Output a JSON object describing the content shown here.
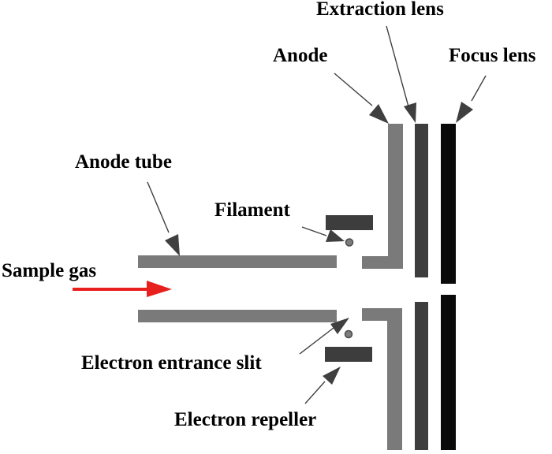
{
  "diagram": {
    "type": "schematic",
    "subject": "electron-ionization-ion-source"
  },
  "labels": {
    "extraction_lens": "Extraction lens",
    "anode": "Anode",
    "focus_lens": "Focus lens",
    "anode_tube": "Anode tube",
    "filament": "Filament",
    "sample_gas": "Sample gas",
    "electron_entrance_slit": "Electron entrance slit",
    "electron_repeller": "Electron repeller"
  },
  "colors": {
    "medium_gray": "#7a7a7a",
    "dark_gray": "#3d3d3d",
    "bar_black": "#0a0a0a",
    "arrow_gray": "#3f3f3f",
    "red": "#e8201d",
    "dot_fill": "#7d7d7d",
    "dot_edge": "#4a4a4a",
    "text": "#000000",
    "background": "#ffffff"
  }
}
